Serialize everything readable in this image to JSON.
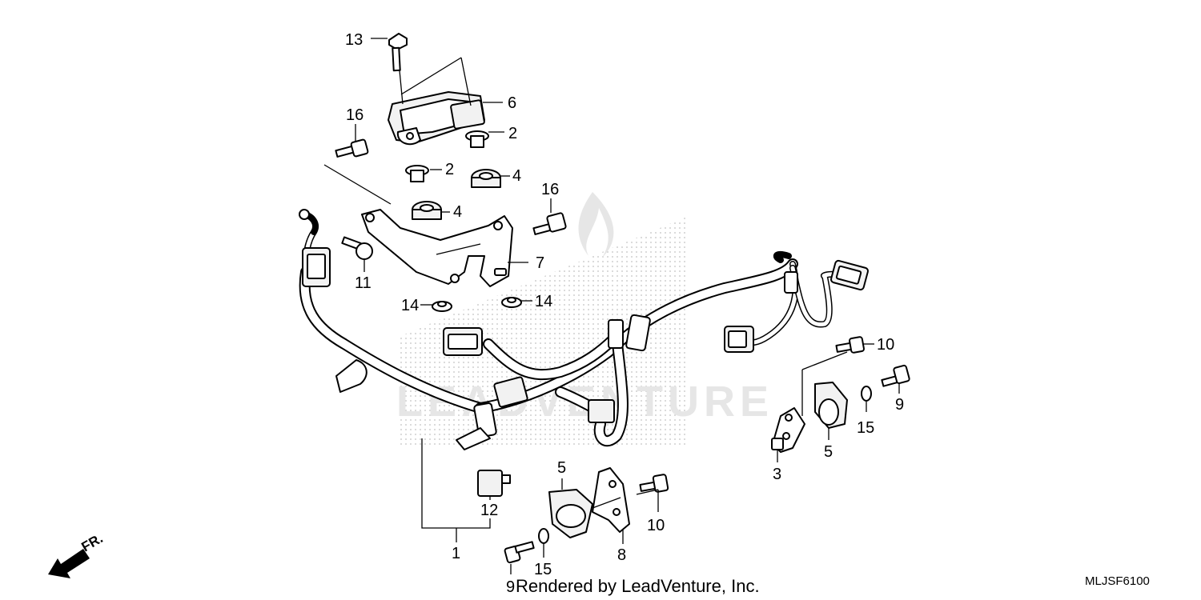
{
  "diagram": {
    "callouts": [
      "13",
      "6",
      "2",
      "16",
      "2",
      "4",
      "4",
      "16",
      "11",
      "7",
      "14",
      "14",
      "10",
      "9",
      "15",
      "5",
      "3",
      "12",
      "5",
      "10",
      "8",
      "1",
      "15",
      "9"
    ],
    "caption": "Rendered by LeadVenture, Inc.",
    "diagram_code": "MLJSF6100",
    "direction_label": "FR.",
    "watermark": "LEADVENTURE"
  },
  "colors": {
    "ink": "#000000",
    "paper": "#ffffff",
    "watermark": "#e6e6e6"
  }
}
